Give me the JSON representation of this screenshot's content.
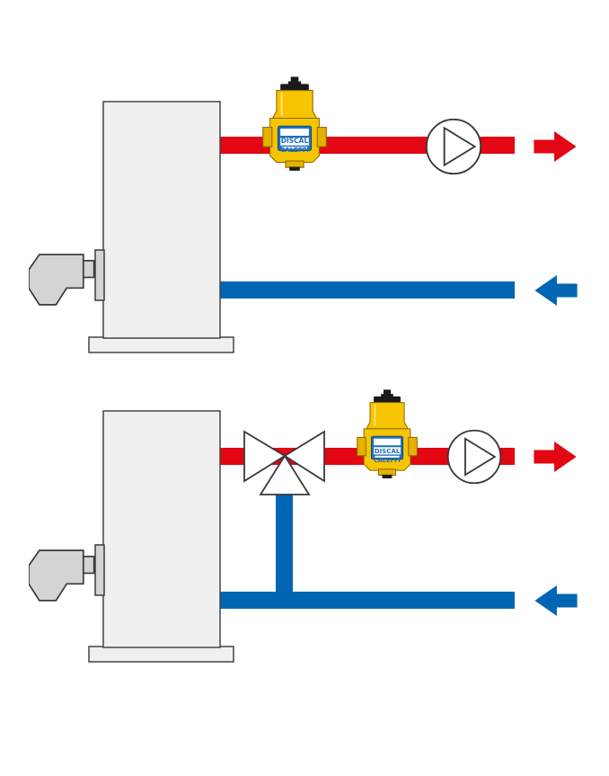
{
  "colors": {
    "background": "#ffffff",
    "supply_pipe": "#e30613",
    "return_pipe": "#0066b3",
    "boiler_body": "#f0f0f0",
    "boiler_outline": "#444444",
    "burner": "#d4d4d4",
    "separator_body": "#f7c400",
    "separator_dark": "#1a1a1a",
    "brand_badge": "#1f6fb8"
  },
  "brand": {
    "top": "DISCAL",
    "bottom": "CALEFFI"
  },
  "diagrams": [
    {
      "id": "direct-circuit",
      "components": [
        "boiler-icon",
        "burner-icon",
        "air-separator-icon",
        "circulator-pump-icon",
        "supply-arrow-icon",
        "return-arrow-icon"
      ]
    },
    {
      "id": "mixed-circuit",
      "components": [
        "boiler-icon",
        "burner-icon",
        "three-way-valve-icon",
        "bypass-pipe",
        "air-separator-icon",
        "circulator-pump-icon",
        "supply-arrow-icon",
        "return-arrow-icon"
      ]
    }
  ]
}
